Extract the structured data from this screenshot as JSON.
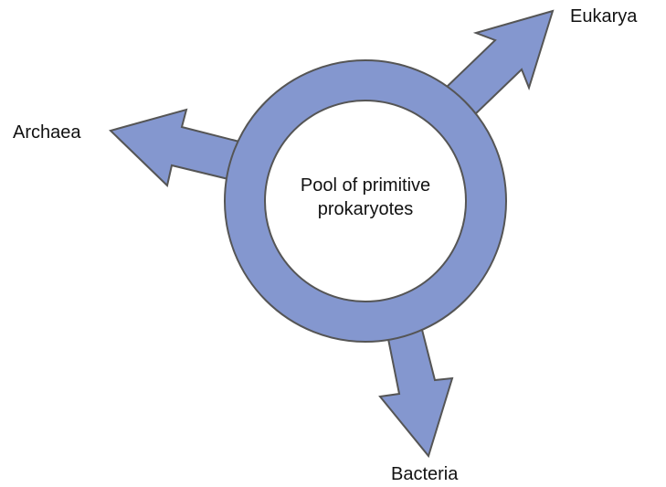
{
  "center": {
    "line1": "Pool of primitive",
    "line2": "prokaryotes"
  },
  "branches": {
    "eukarya": "Eukarya",
    "archaea": "Archaea",
    "bacteria": "Bacteria"
  },
  "colors": {
    "arrow_fill": "#8497cf",
    "outline": "#555555"
  }
}
